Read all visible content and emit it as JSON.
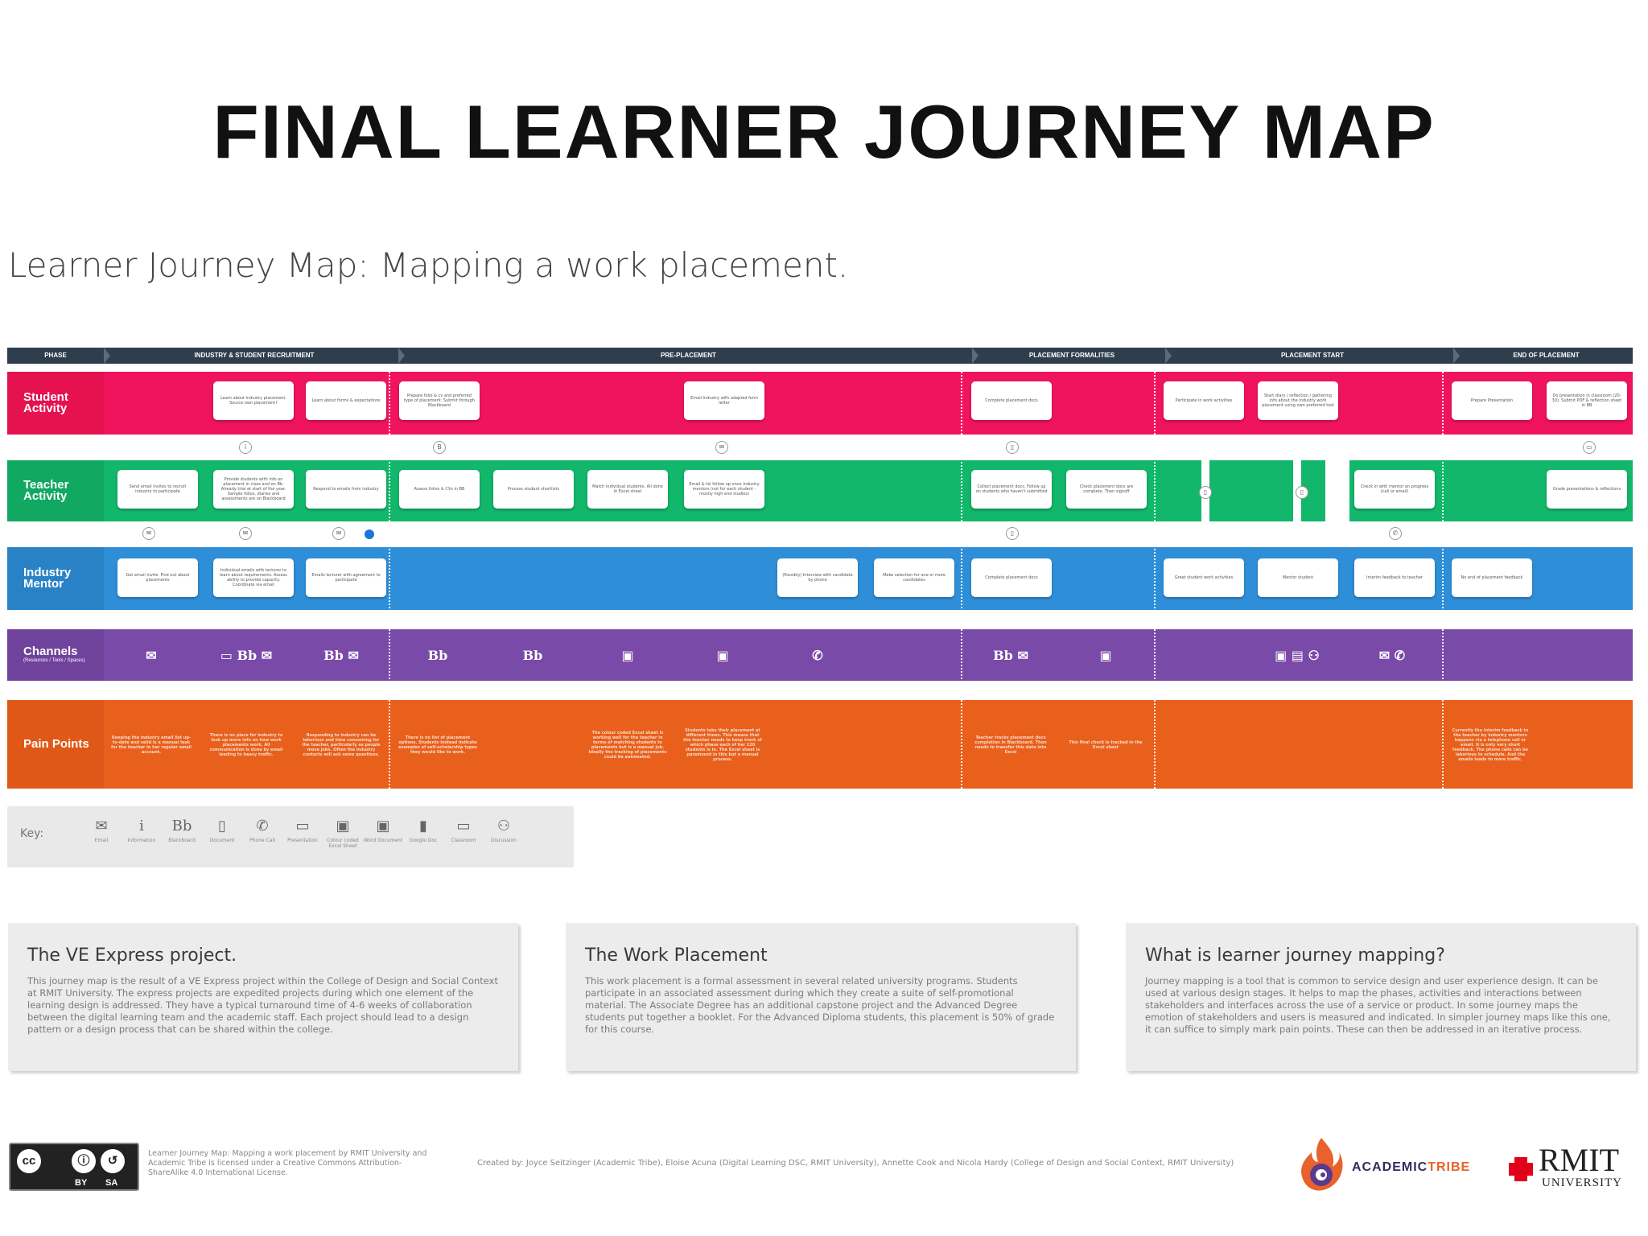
{
  "title": "FINAL LEARNER JOURNEY MAP",
  "subtitle": "Learner Journey Map: Mapping a work placement.",
  "phase_header": {
    "label": "PHASE",
    "phases": [
      "INDUSTRY & STUDENT RECRUITMENT",
      "PRE-PLACEMENT",
      "PLACEMENT FORMALITIES",
      "PLACEMENT START",
      "END OF PLACEMENT"
    ]
  },
  "colors": {
    "phase_bar": "#2f3e4c",
    "student": "#f0145f",
    "teacher": "#13b76b",
    "mentor": "#2e8fd8",
    "channels": "#7a4aa8",
    "pain": "#e8601c"
  },
  "lanes": {
    "student": {
      "label": "Student Activity",
      "cards": [
        "Learn about industry placement. Source own placement?",
        "Learn about forms & expectations",
        "Prepare folio & cv and preferred type of placement. Submit through Blackboard",
        "Email industry with adapted form letter",
        "Complete placement docs",
        "Participate in work activities",
        "Start diary / reflection / gathering info about the industry work placement using own preferred tool",
        "Prepare Presentation",
        "Do presentation in classroom (20-30). Submit PDF & reflection sheet in BB"
      ]
    },
    "teacher": {
      "label": "Teacher Activity",
      "cards": [
        "Send email invites to recruit industry to participate",
        "Provide students with info on placement in class and on Bb. Already trial at start of the year. Sample folios, diaries and assessments are on Blackboard",
        "Respond to emails from industry",
        "Assess folios & CVs in BB",
        "Process student shortlists",
        "Match individual students. All done in Excel sheet",
        "Email & tel follow up once industry mentors (not for each student - mostly high end studios)",
        "Collect placement docs. Follow up on students who haven't submitted",
        "Check placement docs are complete. Then signoff",
        "Check in with mentor on progress (call or email)",
        "Grade presentations & reflections"
      ]
    },
    "mentor": {
      "label": "Industry Mentor",
      "cards": [
        "Get email invite. Find out about placements",
        "Individual emails with lecturer to learn about requirements. Assess ability to provide capacity. Coordinate via email",
        "Emails lecturer with agreement to participate",
        "(Possibly) Interview with candidate by phone",
        "Make selection for one or more candidates",
        "Complete placement docs",
        "Greet student work activities",
        "Mentor student",
        "Interim feedback to teacher",
        "No end of placement feedback"
      ]
    },
    "channels": {
      "label": "Channels",
      "sublabel": "(Resources / Tools / Spaces)",
      "cells": [
        "✉",
        "▭  Bb  ✉",
        "Bb  ✉",
        "Bb",
        "Bb",
        "▣",
        "▣",
        "✆",
        "",
        "Bb  ✉",
        "▣",
        "",
        "▣ ▤ ⚇",
        "✉  ✆",
        "",
        ""
      ]
    },
    "pain": {
      "label": "Pain Points",
      "cells": [
        "Keeping the industry email list up-to-date and valid is a manual task for the teacher in her regular email account.",
        "There is no place for industry to look up more info on how work placements work. All communication is done by email leading to heavy traffic.",
        "Responding to industry can be laborious and time consuming for the teacher, particularly as people move jobs. Often the industry contacts will ask same questions.",
        "There is no list of placement options. Students instead indicate examples of self-scholarship types they would like to work.",
        "The colour coded Excel sheet is working well for the teacher in terms of matching students to placements but is a manual job. Ideally the tracking of placements could be automated.",
        "Students take their placement at different times. This means that the teacher needs to keep track of which phase each of her 120 students is in. The Excel sheet is paramount in this but a manual process.",
        "Teacher tracks placement docs completion in Blackboard. Then needs to transfer this data into Excel",
        "This final check is tracked in the Excel sheet",
        "Currently the interim feedback to the teacher by industry mentors happens via a telephone call or email. It is only very short feedback. The phone calls can be laborious to schedule. And the emails leads to more traffic."
      ]
    }
  },
  "key": {
    "label": "Key:",
    "items": [
      {
        "icon": "✉",
        "label": "Email"
      },
      {
        "icon": "i",
        "label": "Information"
      },
      {
        "icon": "Bb",
        "label": "Blackboard"
      },
      {
        "icon": "▯",
        "label": "Document"
      },
      {
        "icon": "✆",
        "label": "Phone Call"
      },
      {
        "icon": "▭",
        "label": "Presentation"
      },
      {
        "icon": "▣",
        "label": "Colour coded Excel Sheet"
      },
      {
        "icon": "▣",
        "label": "Word Document"
      },
      {
        "icon": "▮",
        "label": "Google Doc"
      },
      {
        "icon": "▭",
        "label": "Classroom"
      },
      {
        "icon": "⚇",
        "label": "Discussion"
      }
    ]
  },
  "info_cards": [
    {
      "heading": "The VE Express project.",
      "body": "This journey map is the result of a VE Express project within the College of Design and Social Context at RMIT University. The express projects are expedited projects during which one element of the learning design is addressed. They have a typical turnaround time of 4-6 weeks of collaboration between the digital learning team and the academic staff. Each project should lead to a design pattern or a design process that can be shared within the college."
    },
    {
      "heading": "The Work Placement",
      "body": "This work placement is a formal assessment in several related university programs. Students participate in an associated assessment during which they create a suite of self-promotional material. The Associate Degree has an additional capstone project and the Advanced Degree students put together a booklet. For the Advanced Diploma students, this placement is 50% of grade for this course."
    },
    {
      "heading": "What is learner journey mapping?",
      "body": "Journey mapping is a tool that is common to service design and user experience design. It can be used at various design stages. It helps to map the phases, activities and interactions between stakeholders and interfaces across the use of a service or product. In some journey maps the emotion of stakeholders and users is measured and indicated. In simpler journey maps like this one, it can suffice to simply mark pain points. These can then be addressed in an iterative process."
    }
  ],
  "footer": {
    "cc_by": "BY",
    "cc_sa": "SA",
    "license": "Learner Journey Map: Mapping a work placement by RMIT University and Academic Tribe is licensed under a Creative Commons Attribution-ShareAlike 4.0 International License.",
    "credits": "Created by: Joyce Seitzinger (Academic Tribe), Eloise Acuna (Digital Learning DSC, RMIT University), Annette Cook and Nicola Hardy (College of Design and Social Context, RMIT University)",
    "academic_tribe_1": "ACADEMIC",
    "academic_tribe_2": "TRIBE",
    "rmit_name": "RMIT",
    "rmit_sub": "UNIVERSITY"
  }
}
